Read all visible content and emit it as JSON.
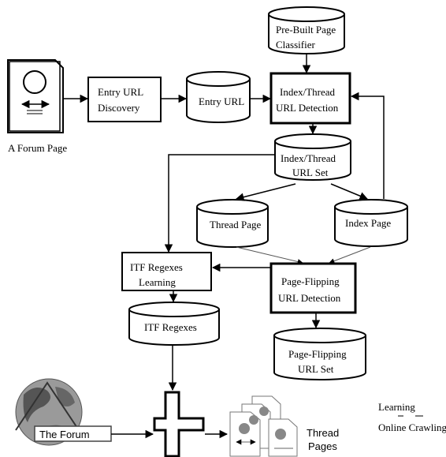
{
  "nodes": {
    "forum_page_label": "A Forum Page",
    "entry_url_discovery": [
      "Entry URL",
      "Discovery"
    ],
    "entry_url": "Entry URL",
    "pre_built_classifier": [
      "Pre-Built Page",
      "Classifier"
    ],
    "index_thread_detection": [
      "Index/Thread",
      "URL Detection"
    ],
    "index_thread_set": [
      "Index/Thread",
      "URL Set"
    ],
    "thread_page": "Thread Page",
    "index_page": "Index Page",
    "itf_learning": [
      "ITF Regexes",
      "Learning"
    ],
    "page_flipping_detection": [
      "Page-Flipping",
      "URL Detection"
    ],
    "itf_regexes": "ITF Regexes",
    "page_flipping_set": [
      "Page-Flipping",
      "URL Set"
    ],
    "legend": [
      "Learning",
      "Online Crawling"
    ],
    "the_forum": "The Forum",
    "thread_pages": [
      "Thread",
      "Pages"
    ]
  },
  "colors": {
    "stroke": "#000000",
    "fill": "#ffffff",
    "gray": "#808080"
  }
}
